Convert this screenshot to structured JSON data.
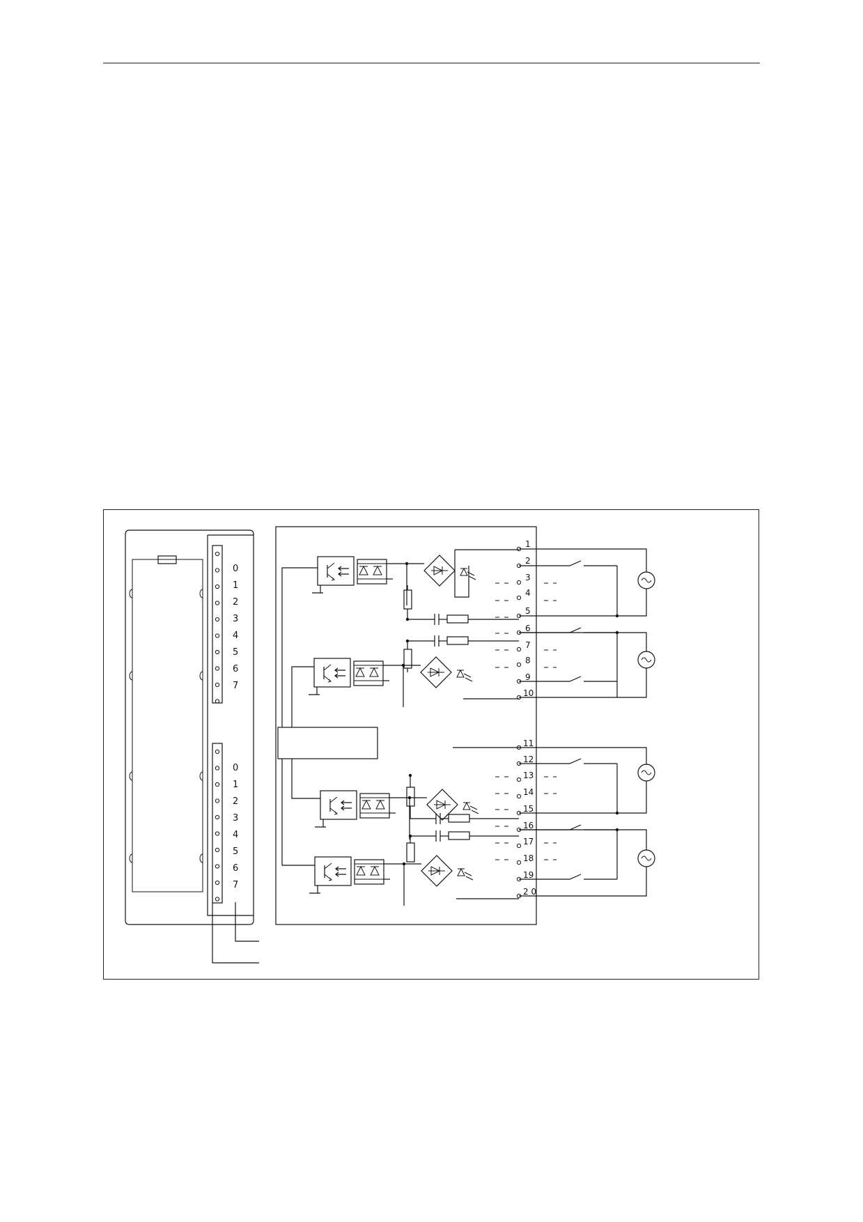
{
  "diagram": {
    "module_led_labels_top": [
      "0",
      "1",
      "2",
      "3",
      "4",
      "5",
      "6",
      "7"
    ],
    "module_led_labels_bottom": [
      "0",
      "1",
      "2",
      "3",
      "4",
      "5",
      "6",
      "7"
    ],
    "terminal_numbers": [
      "1",
      "2",
      "3",
      "4",
      "5",
      "6",
      "7",
      "8",
      "9",
      "10",
      "11",
      "12",
      "13",
      "14",
      "15",
      "16",
      "17",
      "18",
      "19",
      "2 0"
    ]
  }
}
